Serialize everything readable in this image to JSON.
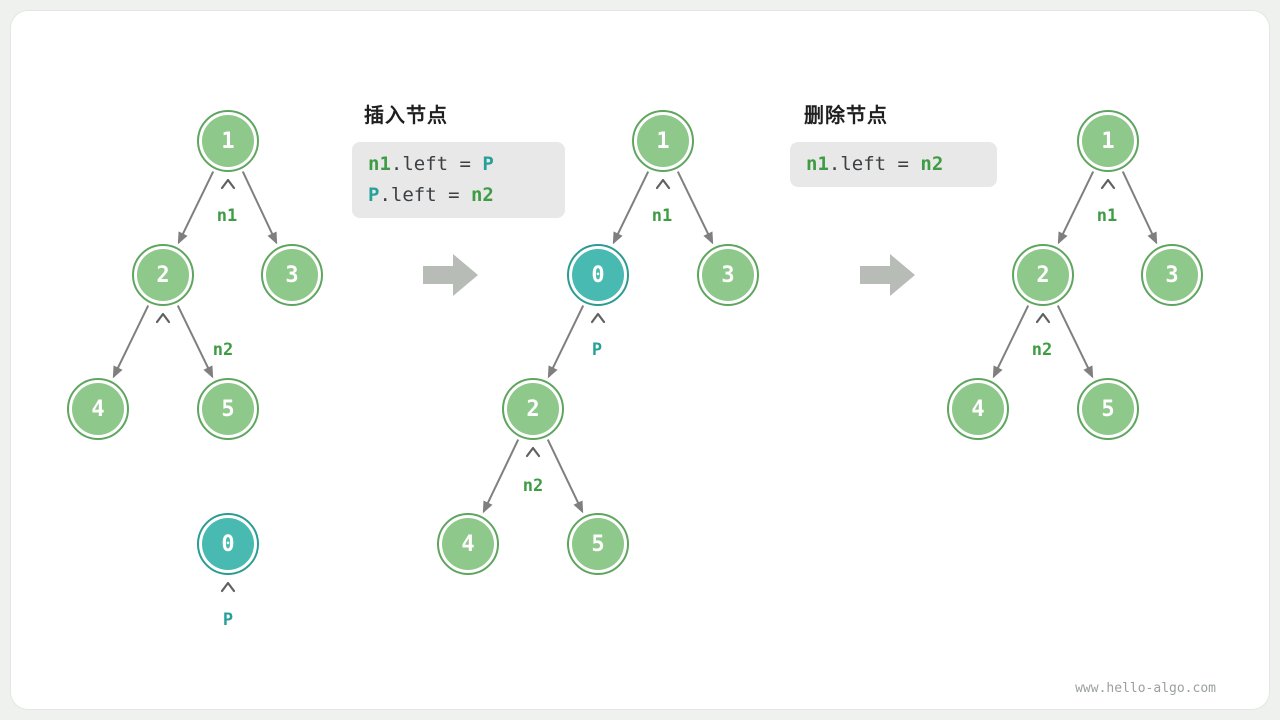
{
  "watermark": "www.hello-algo.com",
  "palette": {
    "node_green_fill": "#8ec88a",
    "node_green_border": "#5fa55f",
    "node_teal_fill": "#49bab1",
    "node_teal_border": "#2d9b94",
    "label_green": "#3f9c44",
    "label_teal": "#27a099",
    "edge_gray": "#7f7f7f",
    "big_arrow_gray": "#b7bcb7",
    "code_bg": "#e8e8e8",
    "page_bg": "#eef1ee"
  },
  "insert_section": {
    "title": "插入节点",
    "code_lines": [
      {
        "a": "n1",
        "mid": ".left = ",
        "b": "P"
      },
      {
        "a": "P",
        "mid": ".left = ",
        "b": "n2"
      }
    ]
  },
  "delete_section": {
    "title": "删除节点",
    "code_lines": [
      {
        "a": "n1",
        "mid": ".left = ",
        "b": "n2"
      }
    ]
  },
  "tree_left": {
    "nodes": {
      "root": "1",
      "l": "2",
      "r": "3",
      "ll": "4",
      "lr": "5",
      "p": "0"
    },
    "labels": {
      "n1": "n1",
      "n2": "n2",
      "p": "P"
    },
    "edges": [
      [
        "1",
        "2"
      ],
      [
        "1",
        "3"
      ],
      [
        "2",
        "4"
      ],
      [
        "2",
        "5"
      ]
    ]
  },
  "tree_middle": {
    "nodes": {
      "root": "1",
      "l": "0",
      "r": "3",
      "ll": "2",
      "lll": "4",
      "llr": "5"
    },
    "labels": {
      "n1": "n1",
      "p": "P",
      "n2": "n2"
    },
    "edges": [
      [
        "1",
        "0"
      ],
      [
        "1",
        "3"
      ],
      [
        "0",
        "2"
      ],
      [
        "2",
        "4"
      ],
      [
        "2",
        "5"
      ]
    ]
  },
  "tree_right": {
    "nodes": {
      "root": "1",
      "l": "2",
      "r": "3",
      "ll": "4",
      "lr": "5"
    },
    "labels": {
      "n1": "n1",
      "n2": "n2"
    },
    "edges": [
      [
        "1",
        "2"
      ],
      [
        "1",
        "3"
      ],
      [
        "2",
        "4"
      ],
      [
        "2",
        "5"
      ]
    ]
  }
}
